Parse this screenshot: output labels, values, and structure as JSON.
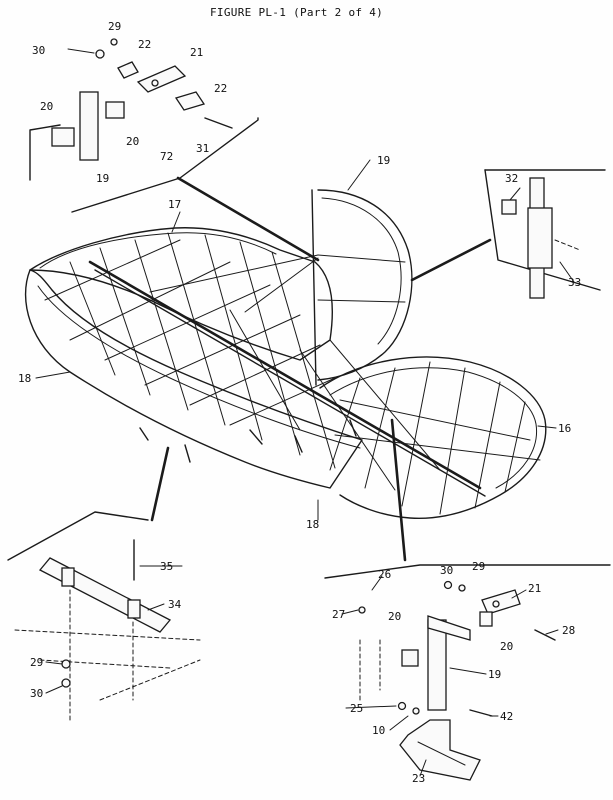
{
  "title": "FIGURE PL-1 (Part 2 of 4)",
  "callouts": {
    "c16": "16",
    "c17": "17",
    "c18a": "18",
    "c18b": "18",
    "c19a": "19",
    "c19b": "19",
    "c19c": "19",
    "c20a": "20",
    "c20b": "20",
    "c20c": "20",
    "c20d": "20",
    "c21a": "21",
    "c21b": "21",
    "c22a": "22",
    "c22b": "22",
    "c23": "23",
    "c25": "25",
    "c26": "26",
    "c27": "27",
    "c28": "28",
    "c29a": "29",
    "c29b": "29",
    "c29c": "29",
    "c30a": "30",
    "c30b": "30",
    "c30c": "30",
    "c31": "31",
    "c32": "32",
    "c33": "33",
    "c34": "34",
    "c35": "35",
    "c10": "10",
    "c42": "42",
    "c72": "72"
  }
}
